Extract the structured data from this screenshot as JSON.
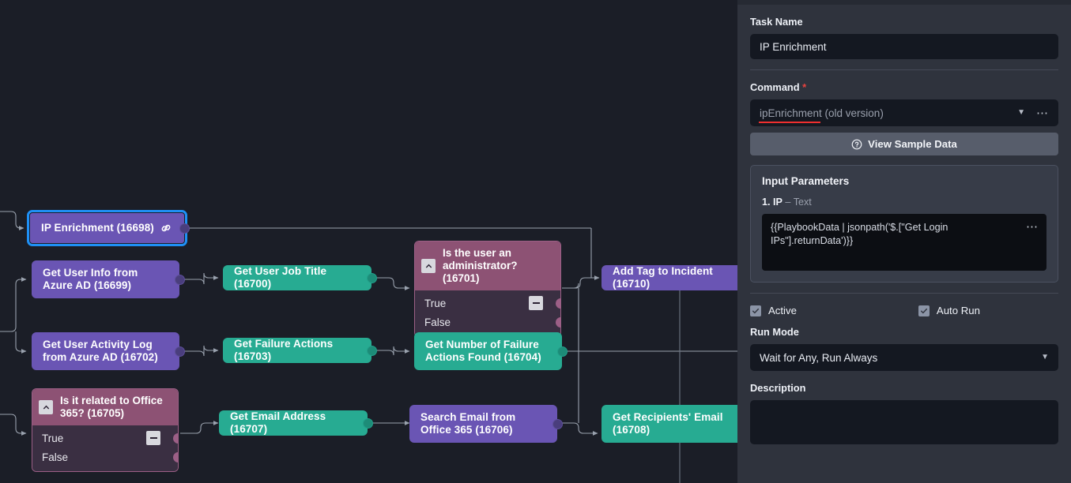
{
  "canvas": {
    "background_color": "#1b1e27",
    "edge_color": "#9aa2ae",
    "node_purple": "#6a55b4",
    "node_teal": "#27ab92",
    "node_condition": "#8d5274",
    "selection_color": "#1e90f5",
    "nodes": [
      {
        "id": "16698",
        "label": "IP Enrichment (16698)",
        "type": "purple",
        "selected": true,
        "has_link_icon": true
      },
      {
        "id": "16699",
        "label": "Get User Info from Azure AD (16699)",
        "type": "purple",
        "selected": false,
        "has_link_icon": false
      },
      {
        "id": "16700",
        "label": "Get User Job Title (16700)",
        "type": "teal",
        "selected": false,
        "has_link_icon": false
      },
      {
        "id": "16701",
        "label": "Is the user an administrator? (16701)",
        "type": "condition",
        "selected": false,
        "branches": [
          "True",
          "False"
        ]
      },
      {
        "id": "16710",
        "label": "Add Tag to Incident (16710)",
        "type": "purple",
        "selected": false,
        "has_link_icon": false
      },
      {
        "id": "16702",
        "label": "Get User Activity Log from Azure AD (16702)",
        "type": "purple",
        "selected": false,
        "has_link_icon": false
      },
      {
        "id": "16703",
        "label": "Get Failure Actions (16703)",
        "type": "teal",
        "selected": false,
        "has_link_icon": false
      },
      {
        "id": "16704",
        "label": "Get Number of Failure Actions Found (16704)",
        "type": "teal",
        "selected": false,
        "has_link_icon": false
      },
      {
        "id": "16705",
        "label": "Is it related to Office 365? (16705)",
        "type": "condition",
        "selected": false,
        "branches": [
          "True",
          "False"
        ]
      },
      {
        "id": "16707",
        "label": "Get Email Address (16707)",
        "type": "teal",
        "selected": false,
        "has_link_icon": false
      },
      {
        "id": "16706",
        "label": "Search Email from Office 365 (16706)",
        "type": "purple",
        "selected": false,
        "has_link_icon": false
      },
      {
        "id": "16708",
        "label": "Get Recipients' Email (16708)",
        "type": "teal",
        "selected": false,
        "has_link_icon": false
      }
    ]
  },
  "panel": {
    "task_name": {
      "label": "Task Name",
      "value": "IP Enrichment"
    },
    "command": {
      "label": "Command",
      "required_marker": "*",
      "value": "ipEnrichment (old version)",
      "error_underline_color": "#ef2f2f",
      "caret_icon": "chevron-down-icon",
      "more_icon": "ellipsis-icon"
    },
    "sample_data_button": {
      "label": "View Sample Data",
      "icon": "help-circle-icon"
    },
    "input_parameters": {
      "title": "Input Parameters",
      "items": [
        {
          "index": "1.",
          "name": "IP",
          "type": "– Text",
          "value": "{{PlaybookData | jsonpath('$.[\"Get Login IPs\"].returnData')}}",
          "more_icon": "ellipsis-icon"
        }
      ]
    },
    "toggles": [
      {
        "label": "Active",
        "checked": true
      },
      {
        "label": "Auto Run",
        "checked": true
      }
    ],
    "run_mode": {
      "label": "Run Mode",
      "value": "Wait for Any, Run Always",
      "caret_icon": "chevron-down-icon"
    },
    "description": {
      "label": "Description",
      "value": ""
    }
  }
}
